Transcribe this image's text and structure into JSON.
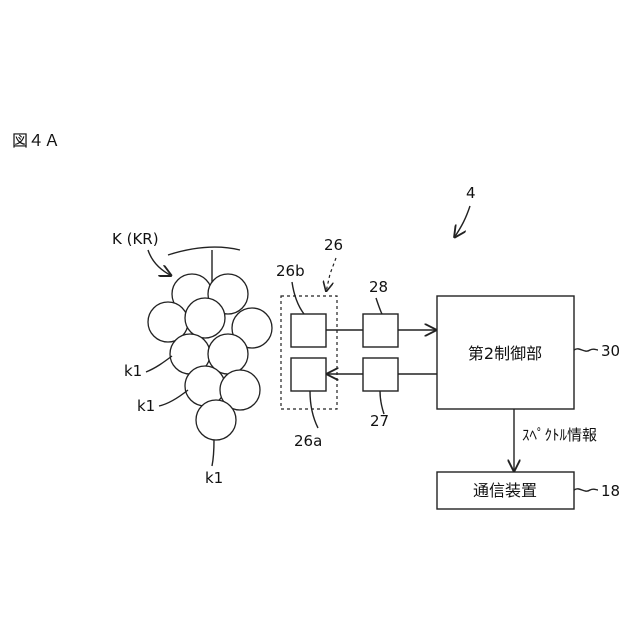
{
  "figure_label": "図４Ａ",
  "device_ref": "4",
  "fruit_label": "K (KR)",
  "berry_labels": [
    "k1",
    "k1",
    "k1"
  ],
  "sensor_unit_ref": "26",
  "sensor_a_ref": "26a",
  "sensor_b_ref": "26b",
  "transmitter_ref": "27",
  "receiver_ref": "28",
  "controller_label": "第2制御部",
  "controller_ref": "30",
  "arrow_caption": "ｽﾍﾟｸﾄﾙ情報",
  "comm_label": "通信装置",
  "comm_ref": "18"
}
